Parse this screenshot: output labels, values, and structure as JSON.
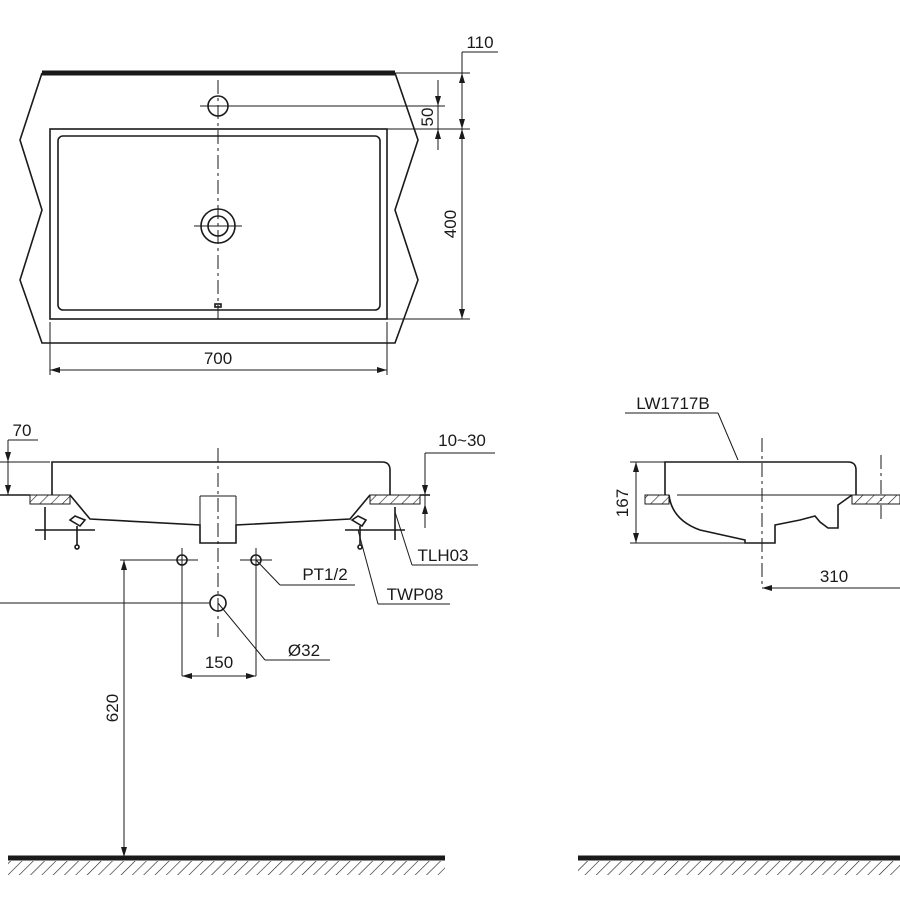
{
  "plan_view": {
    "overall_width": "700",
    "basin_depth": "400",
    "tap_offset": "50",
    "deck_margin": "110"
  },
  "front_view": {
    "rim_height": "70",
    "counter_thickness": "10~30",
    "tap_hole_spacing": "150",
    "drain_diameter": "Ø32",
    "supply_thread": "PT1/2",
    "floor_to_supply": "620",
    "trap_part": "TWP08",
    "tap_part": "TLH03"
  },
  "side_view": {
    "model": "LW1717B",
    "height": "167",
    "depth": "310"
  },
  "colors": {
    "line": "#1a1a1a",
    "background": "#ffffff"
  }
}
